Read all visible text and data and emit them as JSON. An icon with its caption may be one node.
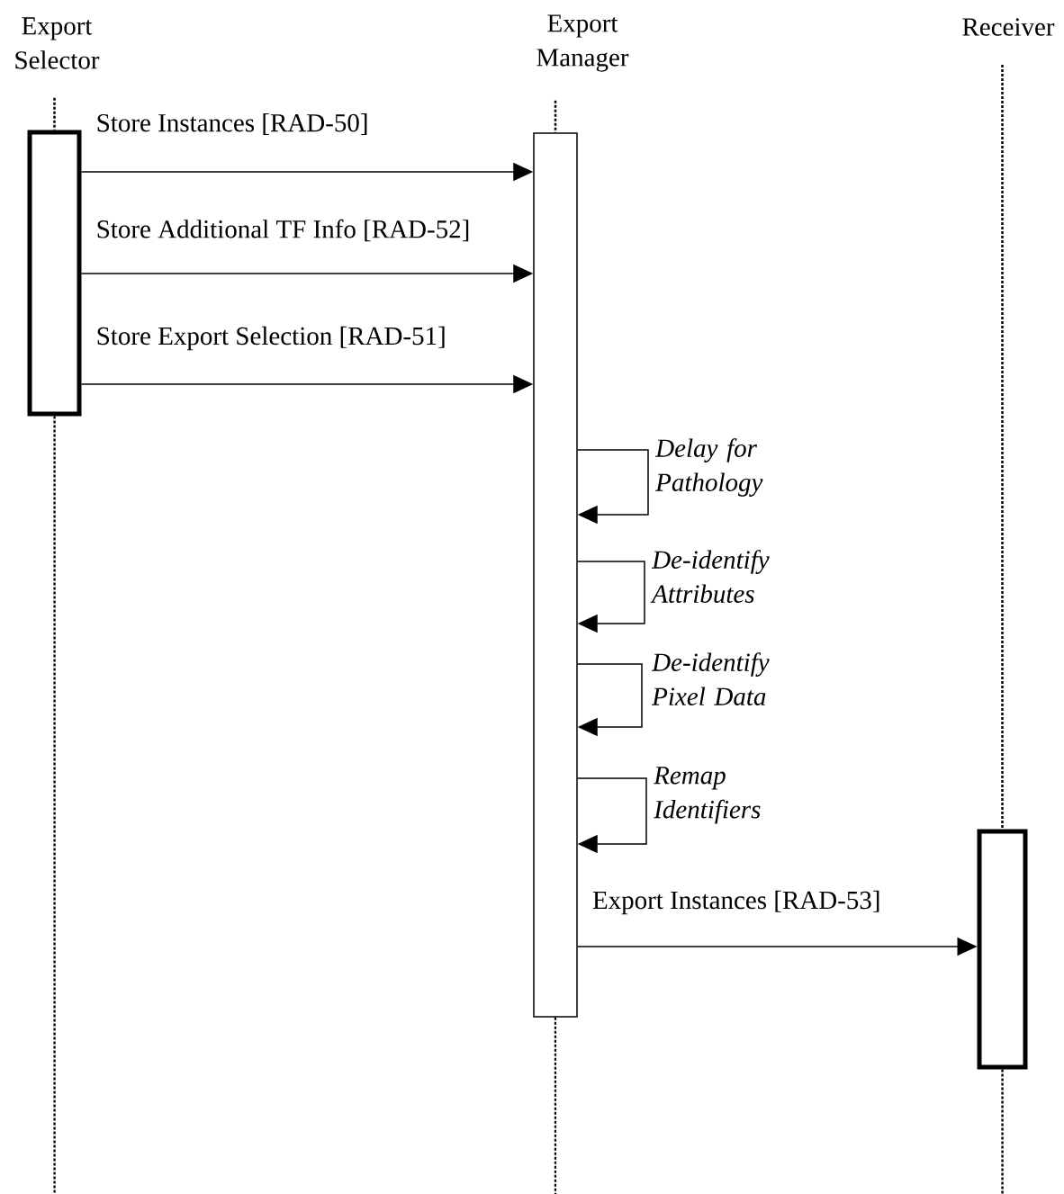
{
  "diagram": {
    "nodes": [
      {
        "text": [
          "Export Selector"
        ]
      },
      {
        "text": [
          "Export Manager"
        ]
      },
      {
        "text": [
          "Receiver"
        ]
      },
      {
        "text": [],
        "shape": "bar"
      },
      {
        "text": [],
        "shape": "bar"
      },
      {
        "text": [],
        "shape": "bar"
      }
    ],
    "edges": [
      {
        "from": 3,
        "to": 4,
        "arrow": "to",
        "label": "Store Instances [RAD-50]"
      },
      {
        "from": 3,
        "to": 4,
        "arrow": "to",
        "label": "Store Additional TF Info [RAD-52]"
      },
      {
        "from": 3,
        "to": 4,
        "arrow": "to",
        "label": "Store Export Selection [RAD-51]"
      },
      {
        "from": 4,
        "to": 4,
        "arrow": "to",
        "label": "Delay for Pathology"
      },
      {
        "from": 4,
        "to": 4,
        "arrow": "to",
        "label": "De-identify Attributes"
      },
      {
        "from": 4,
        "to": 4,
        "arrow": "to",
        "label": "De-identify Pixel Data"
      },
      {
        "from": 4,
        "to": 4,
        "arrow": "to",
        "label": "Remap Identifiers"
      },
      {
        "from": 4,
        "to": 5,
        "arrow": "to",
        "label": "Export Instances [RAD-53]"
      },
      {
        "from": 0,
        "to": 3,
        "arrow": "none",
        "style": "dashed"
      },
      {
        "from": 1,
        "to": 4,
        "arrow": "none",
        "style": "dashed"
      },
      {
        "from": 2,
        "to": 5,
        "arrow": "none",
        "style": "dashed"
      },
      {
        "from": 3,
        "to": null,
        "arrow": "none",
        "style": "dashed"
      },
      {
        "from": 4,
        "to": null,
        "arrow": "none",
        "style": "dashed"
      },
      {
        "from": 5,
        "to": null,
        "arrow": "none",
        "style": "dashed"
      }
    ]
  }
}
